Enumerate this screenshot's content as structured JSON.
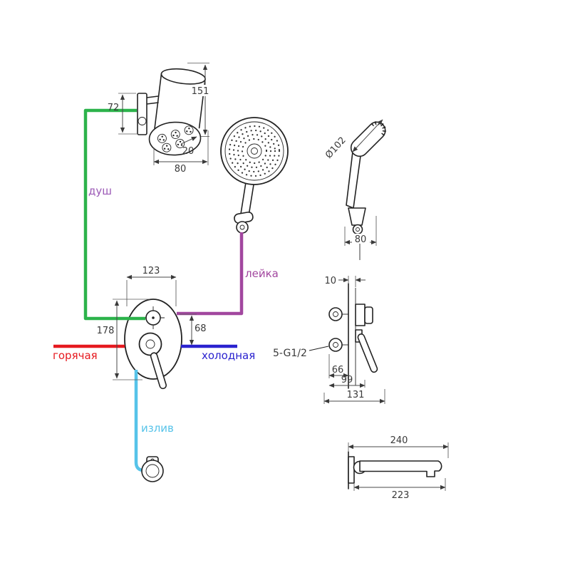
{
  "connections": {
    "shower": {
      "label": "душ",
      "line_color": "#2cb34b",
      "label_color": "#9b59b6"
    },
    "hand_shower": {
      "label": "лейка",
      "line_color": "#a2479f",
      "label_color": "#a2479f"
    },
    "hot": {
      "label": "горячая",
      "line_color": "#e6191f",
      "label_color": "#e6191f"
    },
    "cold": {
      "label": "холодная",
      "line_color": "#2a22cf",
      "label_color": "#2a22cf"
    },
    "spout": {
      "label": "излив",
      "line_color": "#56c3e9",
      "label_color": "#56c3e9"
    }
  },
  "dimensions": {
    "overhead_shower": {
      "height": "151",
      "mount_height": "72",
      "face_width": "80",
      "face_angle": "20"
    },
    "hand_shower": {
      "head_diameter": "Ø102",
      "holder_width": "80"
    },
    "mixer": {
      "plate_width": "123",
      "plate_height": "178",
      "outlet_spacing": "68",
      "plate_depth": "10",
      "thread_size": "5-G1/2",
      "depth_inner": "66",
      "depth_outer": "99",
      "body_width": "131"
    },
    "spout": {
      "total_length": "240",
      "reach": "223"
    }
  }
}
